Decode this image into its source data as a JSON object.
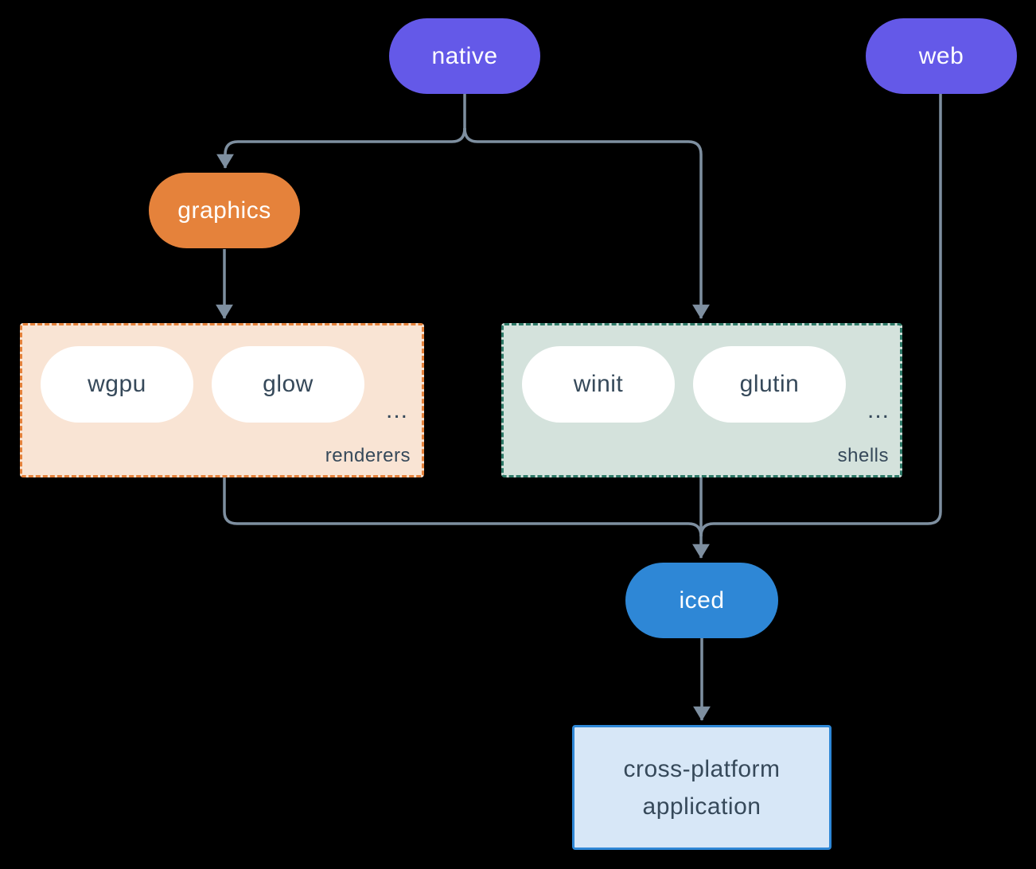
{
  "colors": {
    "purple": "#6459E8",
    "orange": "#E5823B",
    "blue": "#2E87D6",
    "line": "#7E8FA0",
    "ink": "#36495A",
    "peachBg": "#F9E4D4",
    "peachBorder": "#E5823B",
    "greenBg": "#D4E2DC",
    "greenBorder": "#2E7A68",
    "appBg": "#D7E7F7"
  },
  "nodes": {
    "native": {
      "label": "native"
    },
    "web": {
      "label": "web"
    },
    "graphics": {
      "label": "graphics"
    },
    "iced": {
      "label": "iced"
    },
    "application": {
      "line1": "cross-platform",
      "line2": "application"
    }
  },
  "groups": {
    "renderers": {
      "label": "renderers",
      "items": [
        "wgpu",
        "glow"
      ],
      "ellipsis": "..."
    },
    "shells": {
      "label": "shells",
      "items": [
        "winit",
        "glutin"
      ],
      "ellipsis": "..."
    }
  }
}
